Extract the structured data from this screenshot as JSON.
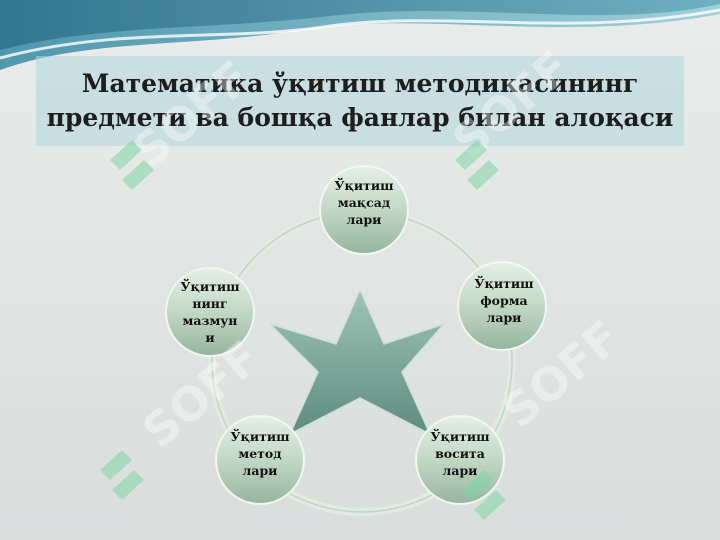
{
  "title": {
    "line1": "Математика ўқитиш методикасининг",
    "line2": "предмети ва бошқа фанлар билан алоқаси"
  },
  "nodes": [
    {
      "id": "top",
      "lines": [
        "Ўқитиш",
        "мақсад",
        "лари"
      ]
    },
    {
      "id": "right",
      "lines": [
        "Ўқитиш",
        "форма",
        "лари"
      ]
    },
    {
      "id": "bottom-right",
      "lines": [
        "Ўқитиш",
        "восита",
        "лари"
      ]
    },
    {
      "id": "bottom-left",
      "lines": [
        "Ўқитиш",
        "метод",
        "лари"
      ]
    },
    {
      "id": "left",
      "lines": [
        "Ўқитиш",
        "нинг",
        "мазмун",
        "и"
      ]
    }
  ],
  "watermark": "SOFF",
  "colors": {
    "title_bg": "#b0d6da",
    "node_fill": "#a9c7b1",
    "ring": "#dfe8df",
    "star": "#7fa79a"
  }
}
